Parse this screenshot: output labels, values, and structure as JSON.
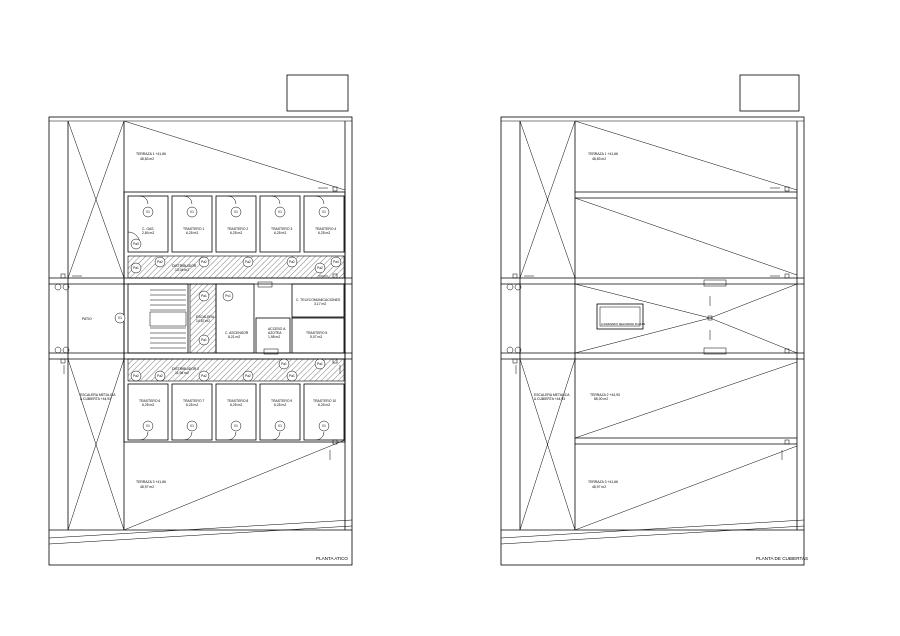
{
  "left_plan": {
    "title": "PLANTA ATICO",
    "terraza_1": [
      "TERRAZA 1 +41,66",
      "48,83 m2"
    ],
    "terraza_3": [
      "TERRAZA 3 +41,66",
      "48,97 m2"
    ],
    "patio": "PATIO",
    "escalera": [
      "ESCALERA METALICA",
      "A CUBIERTA +44,93"
    ],
    "rooms_top": [
      [
        "C. GAS",
        "2,84 m2"
      ],
      [
        "TRASTERO 1",
        "6,25 m2"
      ],
      [
        "TRASTERO 2",
        "6,25 m2"
      ],
      [
        "TRASTERO 3",
        "6,25 m2"
      ],
      [
        "TRASTERO 4",
        "6,25 m2"
      ]
    ],
    "distribuidor_1": [
      "DISTRIBUIDOR",
      "13,04 m2"
    ],
    "distribuidor_2": [
      "DISTRIBUIDOR 2",
      "11,96 m2"
    ],
    "escalera_room": [
      "ESCALERA",
      "14,87 m2"
    ],
    "c_ascensor": [
      "C. ASCENSOR",
      "8,21 m2"
    ],
    "c_telecom": [
      "C. TELECOMUNICACIONES",
      "3,17 m2"
    ],
    "acceso": [
      "ACCESO A",
      "AZOTEA",
      "1,98 m2"
    ],
    "trastero_5": [
      "TRASTERO 5",
      "5,07 m2"
    ],
    "rooms_bottom": [
      [
        "TRASTERO 6",
        "6,25 m2"
      ],
      [
        "TRASTERO 7",
        "6,25 m2"
      ],
      [
        "TRASTERO 8",
        "6,25 m2"
      ],
      [
        "TRASTERO 9",
        "6,25 m2"
      ],
      [
        "TRASTERO 10",
        "6,25 m2"
      ]
    ],
    "door_tags": [
      "V1",
      "V1",
      "V1",
      "V1",
      "V1",
      "V1",
      "V1",
      "V1",
      "V1",
      "V1",
      "V1"
    ],
    "pa_tags": [
      "Pa1",
      "Pa2",
      "Pa2",
      "Pa2",
      "Pa2",
      "Pa2",
      "Pa3",
      "Pa4",
      "Pa1",
      "Pa1",
      "Pa2",
      "Pa2",
      "Pa2",
      "Pa2",
      "Pa1",
      "Pv1",
      "Pa1",
      "Pa1"
    ]
  },
  "right_plan": {
    "title": "PLANTA DE CUBIERTAS",
    "terraza_1": [
      "TERRAZA 1 +41,66",
      "48,83 m2"
    ],
    "terraza_2": [
      "TERRAZA 2 +44,93",
      "85,00 m2"
    ],
    "terraza_3": [
      "TERRAZA 3 +41,66",
      "48,97 m2"
    ],
    "escalera": [
      "ESCALERA METALICA",
      "A CUBIERTA +44,93"
    ],
    "skylight": "LUCERNARIO SEGURIDAD PLACAS"
  }
}
